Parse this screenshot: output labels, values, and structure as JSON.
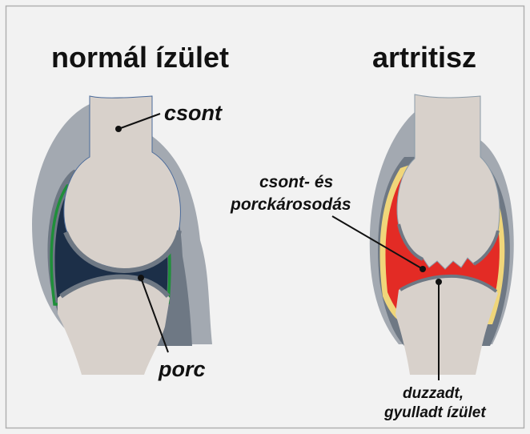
{
  "titles": {
    "left": "normál ízület",
    "right": "artritisz"
  },
  "labels": {
    "bone": "csont",
    "cartilage": "porc",
    "damage_line1": "csont- és",
    "damage_line2": "porckárosodás",
    "swollen_line1": "duzzadt,",
    "swollen_line2": "gyulladt ízület"
  },
  "colors": {
    "background": "#f2f2f2",
    "frame": "#b0b0b0",
    "bone": "#d8d1cb",
    "capsule_outer": "#a3a9b1",
    "capsule_inner": "#6e7884",
    "synovial_fluid": "#1c2f48",
    "synovial_membrane_normal": "#1f8f3a",
    "inflamed_fluid": "#e32b25",
    "inflamed_membrane": "#f0d67a",
    "pointer": "#111111"
  }
}
